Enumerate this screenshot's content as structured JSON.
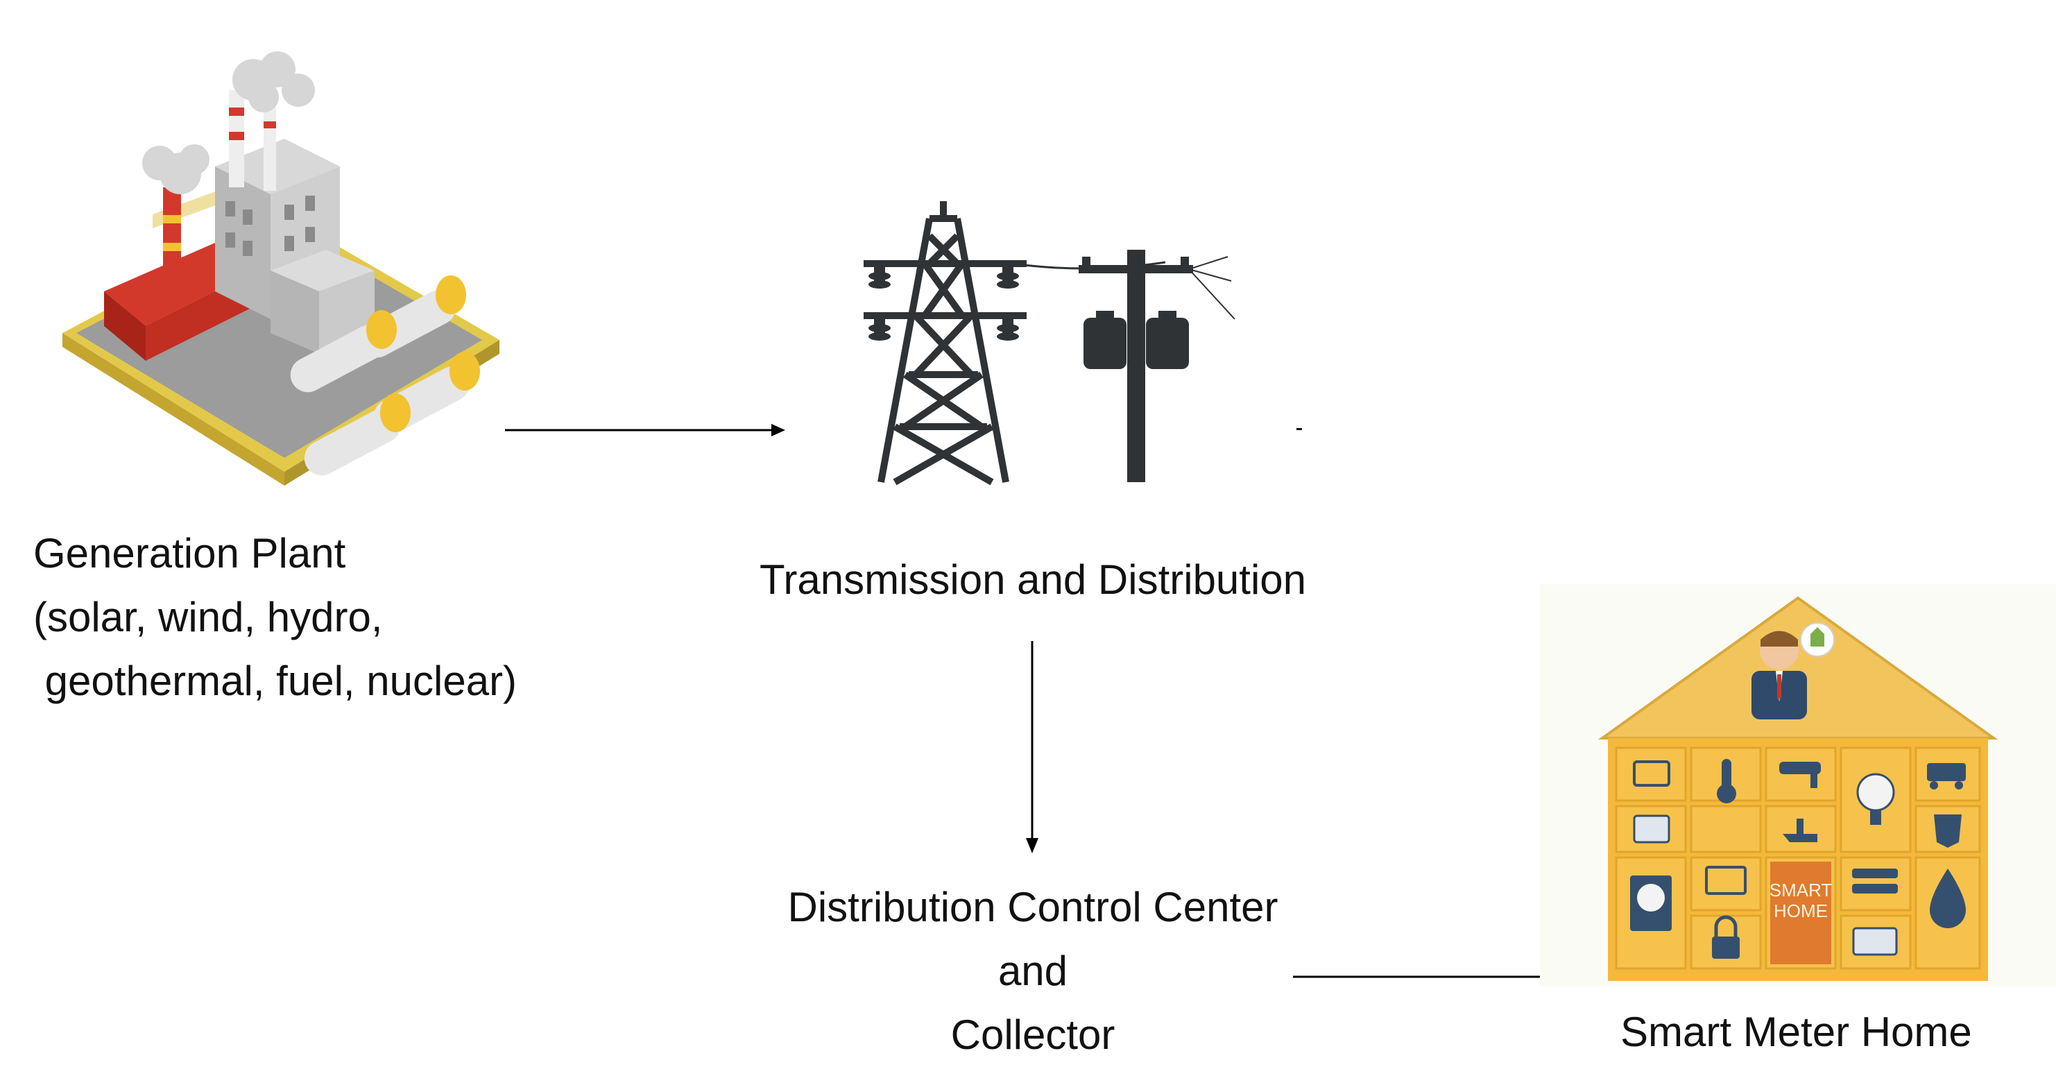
{
  "generation": {
    "line1": "Generation Plant",
    "line2": "(solar, wind, hydro,",
    "line3": " geothermal, fuel, nuclear)"
  },
  "transmission": {
    "label": "Transmission and Distribution"
  },
  "control": {
    "line1": "Distribution Control Center",
    "line2": "and",
    "line3": "Collector"
  },
  "home": {
    "label": "Smart Meter Home",
    "smart_home_line1": "SMART",
    "smart_home_line2": "HOME"
  },
  "icons": {
    "plant": "power-plant-icon",
    "tower": "transmission-tower-icon",
    "pole": "utility-pole-icon",
    "home": "smart-home-icon"
  },
  "colors": {
    "home_yellow": "#f4b93a",
    "roof": "#f2c55c",
    "pole_dark": "#3a3d40",
    "factory_red": "#d3392b"
  }
}
